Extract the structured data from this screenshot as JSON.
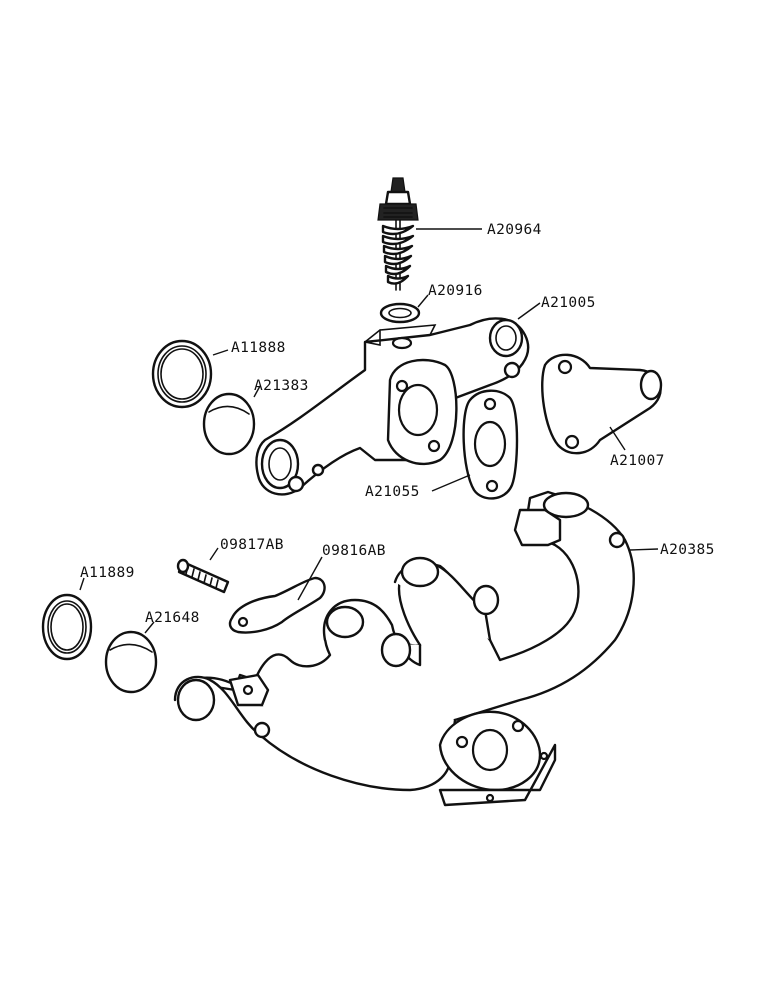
{
  "labels": {
    "a20964": "A20964",
    "a20916": "A20916",
    "a21005": "A21005",
    "a11888": "A11888",
    "a21383": "A21383",
    "a21007": "A21007",
    "a21055": "A21055",
    "a20385": "A20385",
    "p09817ab": "09817AB",
    "p09816ab": "09816AB",
    "a11889": "A11889",
    "a21648": "A21648"
  }
}
